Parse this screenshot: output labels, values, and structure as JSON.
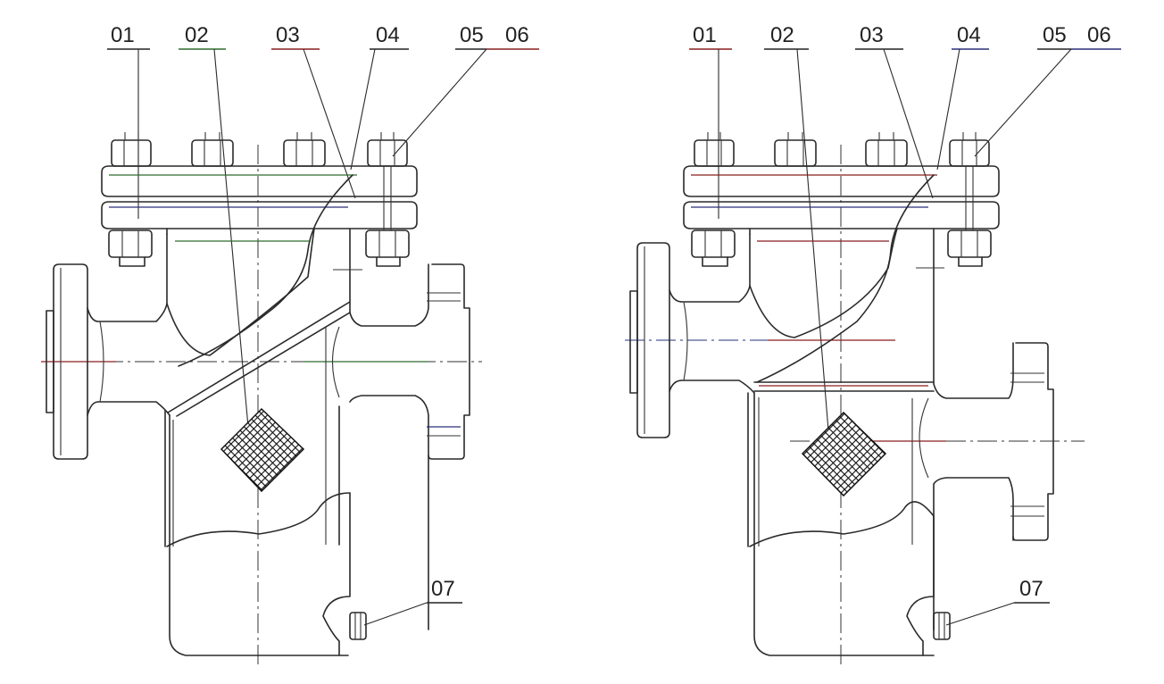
{
  "figure": {
    "left_view": {
      "labels": [
        "01",
        "02",
        "03",
        "04",
        "05",
        "06",
        "07"
      ]
    },
    "right_view": {
      "labels": [
        "01",
        "02",
        "03",
        "04",
        "05",
        "06",
        "07"
      ]
    }
  },
  "colors": {
    "line": "#2a2a2a",
    "accent_red": "#8a1f1f",
    "accent_green": "#2f6b2f",
    "accent_blue": "#2a2f7a",
    "mesh": "#1a1a1a"
  },
  "icons": {
    "bolt": "hex-nut-bolt-shape",
    "mesh": "diamond-mesh-screen-shape"
  }
}
